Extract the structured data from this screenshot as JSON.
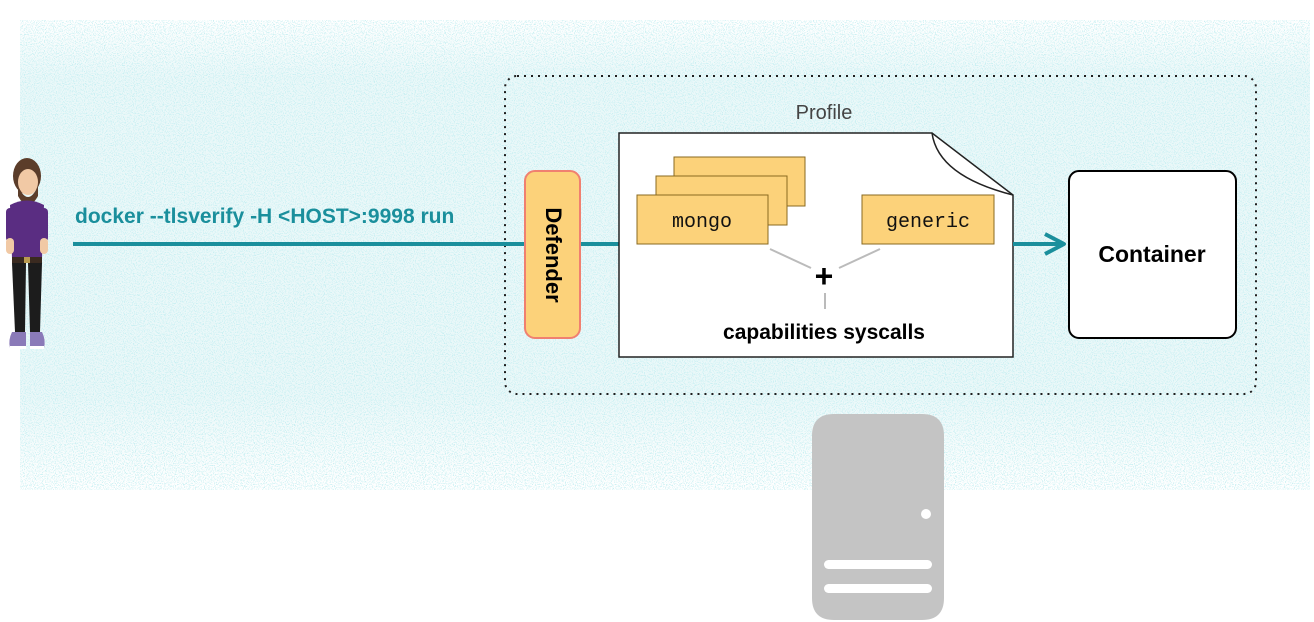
{
  "diagram": {
    "command": "docker --tlsverify -H <HOST>:9998 run",
    "defender_label": "Defender",
    "profile_label": "Profile",
    "profile_cards": {
      "stacked": "mongo",
      "single": "generic"
    },
    "plus_sign": "+",
    "capabilities_label": "capabilities syscalls",
    "container_label": "Container"
  },
  "colors": {
    "accent_teal": "#1a8f9c",
    "card_fill": "#fcd27a",
    "card_stroke": "#8a6a20",
    "defender_fill": "#fcd27a",
    "defender_stroke": "#f08070",
    "server_gray": "#c4c4c4",
    "haze": "#d6f0f2"
  },
  "icons": {
    "user": "person-icon",
    "server": "server-icon",
    "arrow": "arrow-right-icon"
  }
}
